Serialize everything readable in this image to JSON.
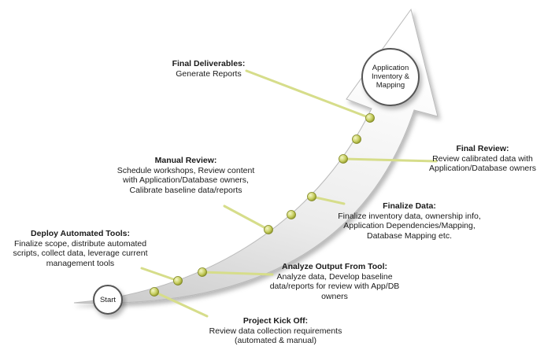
{
  "start": {
    "label": "Start"
  },
  "end": {
    "label": "Application\nInventory &\nMapping"
  },
  "steps": [
    {
      "title": "Project Kick Off:",
      "description": "Review data collection requirements\n(automated & manual)"
    },
    {
      "title": "Deploy Automated Tools:",
      "description": "Finalize scope, distribute automated\nscripts, collect data, leverage current\nmanagement tools"
    },
    {
      "title": "Analyze Output From Tool:",
      "description": "Analyze data, Develop baseline\ndata/reports for review with App/DB\nowners"
    },
    {
      "title": "Manual Review:",
      "description": "Schedule workshops, Review content\nwith Application/Database owners,\nCalibrate baseline data/reports"
    },
    {
      "title": "Finalize Data:",
      "description": "Finalize inventory data, ownership info,\nApplication Dependencies/Mapping,\nDatabase Mapping etc."
    },
    {
      "title": "Final Review:",
      "description": "Review calibrated data with\nApplication/Database owners"
    },
    {
      "title": "Final Deliverables:",
      "description": "Generate Reports"
    }
  ]
}
